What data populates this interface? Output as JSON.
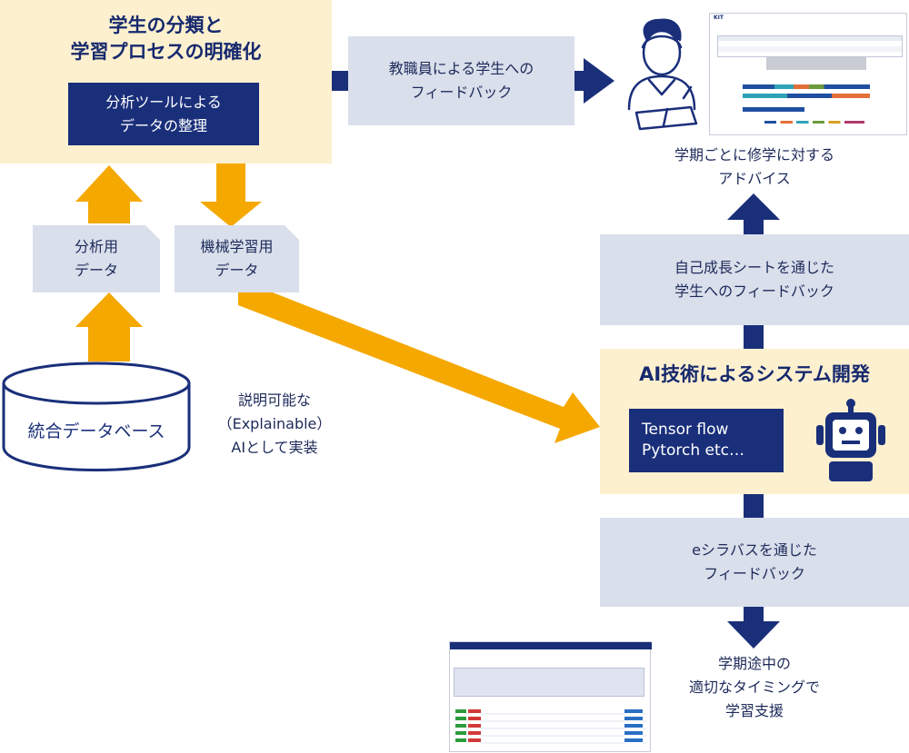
{
  "top_left": {
    "title": [
      "学生の分類と",
      "学習プロセスの明確化"
    ],
    "tool": [
      "分析ツールによる",
      "データの整理"
    ]
  },
  "faculty_feedback": [
    "教職員による学生への",
    "フィードバック"
  ],
  "analysis_data": [
    "分析用",
    "データ"
  ],
  "ml_data": [
    "機械学習用",
    "データ"
  ],
  "database": "統合データベース",
  "explainable": [
    "説明可能な",
    "（Explainable）",
    "AIとして実装"
  ],
  "semester_advice": [
    "学期ごとに修学に対する",
    "アドバイス"
  ],
  "self_growth": [
    "自己成長シートを通じた",
    "学生へのフィードバック"
  ],
  "ai_system": {
    "title": "AI技術によるシステム開発",
    "frameworks": [
      "Tensor flow",
      "Pytorch etc…"
    ]
  },
  "esyllabus": [
    "eシラバスを通じた",
    "フィードバック"
  ],
  "mid_support": [
    "学期途中の",
    "適切なタイミングで",
    "学習支援"
  ],
  "report_logo": "KIT",
  "colors": {
    "arrow_orange": "#f5a800",
    "navy": "#1a2f7a",
    "cream": "#fdf0cf",
    "pale": "#d9dfeb"
  }
}
